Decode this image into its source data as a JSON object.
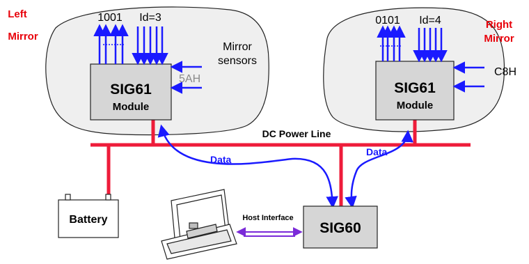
{
  "left_mirror": {
    "label_line1": "Left",
    "label_line2": "Mirror",
    "bits": "1001",
    "id": "Id=3",
    "sensors_line1": "Mirror",
    "sensors_line2": "sensors",
    "code": "5AH",
    "module_line1": "SIG61",
    "module_line2": "Module"
  },
  "right_mirror": {
    "label_line1": "Right",
    "label_line2": "Mirror",
    "bits": "0101",
    "id": "Id=4",
    "code": "C8H",
    "module_line1": "SIG61",
    "module_line2": "Module"
  },
  "power_line_label": "DC Power Line",
  "data_left_label": "Data",
  "data_right_label": "Data",
  "battery_label": "Battery",
  "host_interface_label": "Host Interface",
  "sig60_label": "SIG60",
  "colors": {
    "power": "#ee1c3a",
    "data": "#1a1aff",
    "host": "#7a2ad8",
    "module_fill": "#d6d6d6",
    "mirror_fill": "#efefef",
    "red_text": "#e8000a",
    "code_gray": "#8a8a8a"
  }
}
